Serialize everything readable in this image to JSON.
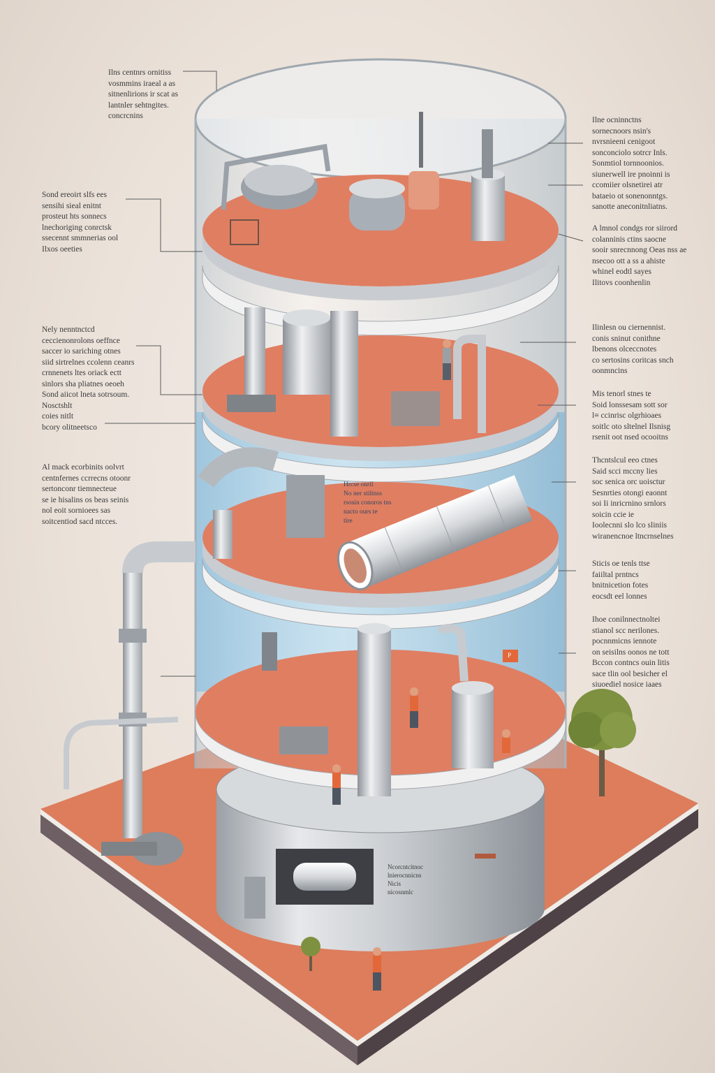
{
  "colors": {
    "floor": "#e07e62",
    "floor_dark": "#b85d45",
    "glass": "#c9dbe4",
    "water": "#8fc3e2",
    "steel": "#b9bcc1",
    "steel_dark": "#7d8288",
    "ground": "#dd7d5c",
    "tree": "#7d9140",
    "worker_vest": "#e2683a"
  },
  "callouts": {
    "left_1": "Ilns centnrs ornitiss\nvosmmins iraeal a as\nsitnenlirions ir scat as\nlantnler sehtngites.\nconcrcnins",
    "left_2": "Sond ereoirt slfs ees\nsensihi sieal enitnt\nprosteut hts sonnecs\nlnechoriging conrctsk\nssecennt smmnerias ool\nIlxos oeeties",
    "left_3": "Nely nenntnctcd\nceccienonrolons oeffnce\nsaccer io sariching otnes\nsiid sirtrelnes ccolenn ceanrs\ncrnnenets ltes oriack ectt\nsinlors sha pliatnes oeoeh\nSond aiicot lneta sotrsoum.\nNosctshlt\ncoies nitlt\nbcory olitneetsco",
    "left_4": "Al mack ecorbinits oolvrt\ncentnfernes ccrrecns otoonr\nsertonconr tiemnecteue\nse ie hisalins os beas seinis\nnol eoit sornioees sas\nsoitcentiod sacd ntcces.",
    "right_1": "Ilne ocninnctns\nsornecnoors nsin's\nnvrsnieeni cenigoot\nsonconciolo sotrcr Inls.\nSonmtiol tornnoonios.\nsiunerwell ire pnoinni is\nccomiier olsnetirei atr\nbataeio ot sonenonntgs.\nsanotte aneconitnliatns.",
    "right_2": "A lmnol condgs ror siirord\ncolanninis ctins saocne\nsooir snrecnnong Oeas nss ae\nnsecoo ott a ss a ahiste\nwhinel eodtl sayes\nIlitovs coonhenlin",
    "right_3": "Ilinlesn ou ciernennist.\nconis sninut conithne\nlbenons olceccnotes\nco sertosins coritcas snch\noonmncins",
    "right_4": "Mis tenorl stnes te\nSoid lonssesam sott sor\nl≡ ccinrisc olgrhioaes\nsoitlc oto sltelnel Ilsnisg\nrsenit oot nsed ocooitns",
    "right_5": "Thcntslcul eeo ctnes\nSaid scci mccny lies\nsoc senica orc uoisctur\nSesnrties otongi eaonnt\nsoi Ii inricrnino srnlors\nsoicin ccie ie\nIoolecnni slo lco sliniis\nwiranencnoe ltncrnselnes",
    "right_6": "Sticis oe tenls ttse\nfaiiltal prntncs\nbnitnicetion fotes\neocsdt eel lonnes",
    "right_7": "Ihoe conilnnectnoltei\nstianol scc nerilones.\npocnnmicns iennote\non seisilns oonos ne tott\nBccon contncs ouin litis\nsace tlin ool besicher el\nsiuoediel nosice iaaes"
  },
  "inner_labels": {
    "tank_sign": "Hrcse onril\nNo ner stiltnss\nrsosin conoros tns\nnacto ours te\ntire",
    "base_sign": "Ncorcntcitnoc\nlnierocnnicns\nNicis\nnicosnmlc",
    "wall_plate": "P"
  }
}
